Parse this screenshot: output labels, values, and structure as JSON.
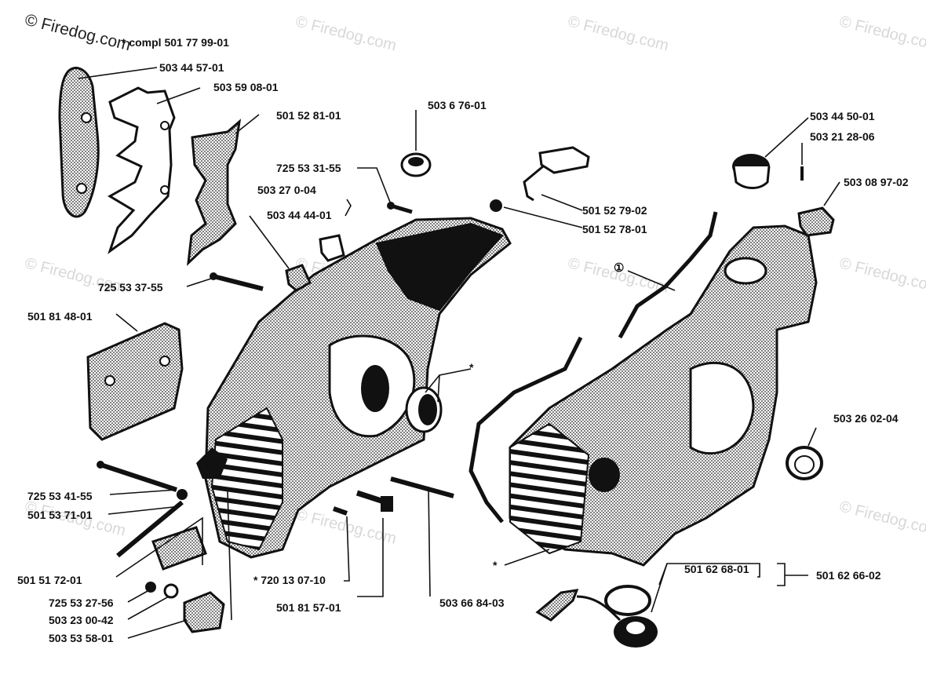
{
  "watermark": {
    "text": "© Firedog.com"
  },
  "labels": {
    "compl": "*  compl 501 77 99-01",
    "p_503_44_57_01": "503 44 57-01",
    "p_503_59_08_01": "503 59 08-01",
    "p_501_52_81_01": "501 52 81-01",
    "p_503_6_76_01": "503 6 76-01",
    "p_725_53_31_55": "725 53 31-55",
    "p_503_27_0_04": "503 27 0-04",
    "p_503_44_44_01": "503 44 44-01",
    "p_501_52_79_02": "501 52 79-02",
    "p_501_52_78_01": "501 52 78-01",
    "p_503_44_50_01": "503 44 50-01",
    "p_503_21_28_06": "503 21 28-06",
    "p_503_08_97_02": "503 08 97-02",
    "circle_1": "①",
    "p_725_53_37_55": "725 53 37-55",
    "p_501_81_48_01": "501 81 48-01",
    "star_mid": "*",
    "p_503_26_02_04": "503 26 02-04",
    "p_725_53_41_55": "725 53 41-55",
    "p_501_53_71_01": "501 53 71-01",
    "p_501_51_72_01": "501 51 72-01",
    "p_720_13_07_10": "*  720 13 07-10",
    "p_725_53_27_56": "725 53 27-56",
    "p_503_23_00_42": "503 23 00-42",
    "p_503_53_58_01": "503 53 58-01",
    "p_501_81_57_01": "501 81 57-01",
    "p_503_66_84_03": "503 66 84-03",
    "star_bottom": "*",
    "p_501_62_68_01": "501 62 68-01",
    "p_501_62_66_02": "501 62 66-02"
  }
}
